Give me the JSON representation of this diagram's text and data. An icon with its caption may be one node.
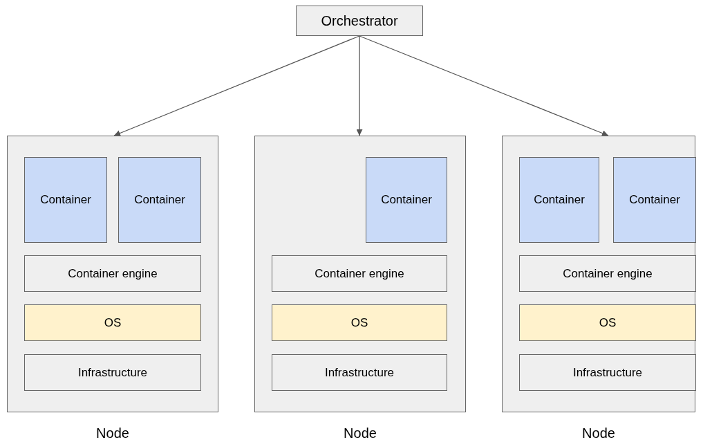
{
  "diagram": {
    "nodes": [
      {
        "text": [
          "Orchestrator"
        ]
      },
      {
        "text": [
          "Node"
        ]
      },
      {
        "text": [
          "Container"
        ],
        "in": 1
      },
      {
        "text": [
          "Container"
        ],
        "in": 1
      },
      {
        "text": [
          "Container engine"
        ],
        "in": 1
      },
      {
        "text": [
          "OS"
        ],
        "in": 1
      },
      {
        "text": [
          "Infrastructure"
        ],
        "in": 1
      },
      {
        "text": [
          "Node"
        ]
      },
      {
        "text": [
          "Container"
        ],
        "in": 7
      },
      {
        "text": [
          "Container engine"
        ],
        "in": 7
      },
      {
        "text": [
          "OS"
        ],
        "in": 7
      },
      {
        "text": [
          "Infrastructure"
        ],
        "in": 7
      },
      {
        "text": [
          "Node"
        ]
      },
      {
        "text": [
          "Container"
        ],
        "in": 12
      },
      {
        "text": [
          "Container"
        ],
        "in": 12
      },
      {
        "text": [
          "Container engine"
        ],
        "in": 12
      },
      {
        "text": [
          "OS"
        ],
        "in": 12
      },
      {
        "text": [
          "Infrastructure"
        ],
        "in": 12
      }
    ],
    "edges": [
      {
        "from": 0,
        "to": 1,
        "arrow": "to"
      },
      {
        "from": 0,
        "to": 7,
        "arrow": "to"
      },
      {
        "from": 0,
        "to": 12,
        "arrow": "to"
      }
    ]
  }
}
